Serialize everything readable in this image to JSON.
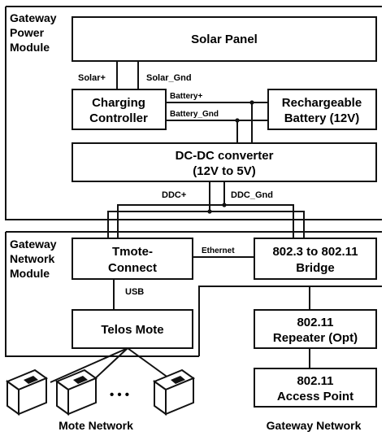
{
  "power_module": {
    "label_line1": "Gateway",
    "label_line2": "Power",
    "label_line3": "Module"
  },
  "network_module": {
    "label_line1": "Gateway",
    "label_line2": "Network",
    "label_line3": "Module"
  },
  "blocks": {
    "solar_panel": "Solar Panel",
    "charging_controller_line1": "Charging",
    "charging_controller_line2": "Controller",
    "battery_line1": "Rechargeable",
    "battery_line2": "Battery (12V)",
    "dcdc_line1": "DC-DC converter",
    "dcdc_line2": "(12V to 5V)",
    "tmote_line1": "Tmote-",
    "tmote_line2": "Connect",
    "bridge_line1": "802.3 to 802.11",
    "bridge_line2": "Bridge",
    "telos": "Telos Mote",
    "repeater_line1": "802.11",
    "repeater_line2": "Repeater (Opt)",
    "ap_line1": "802.11",
    "ap_line2": "Access Point"
  },
  "wires": {
    "solar_plus": "Solar+",
    "solar_gnd": "Solar_Gnd",
    "battery_plus": "Battery+",
    "battery_gnd": "Battery_Gnd",
    "ddc_plus": "DDC+",
    "ddc_gnd": "DDC_Gnd",
    "ethernet": "Ethernet",
    "usb": "USB"
  },
  "captions": {
    "mote_network": "Mote Network",
    "gateway_network": "Gateway Network",
    "ellipsis": "• • •"
  }
}
